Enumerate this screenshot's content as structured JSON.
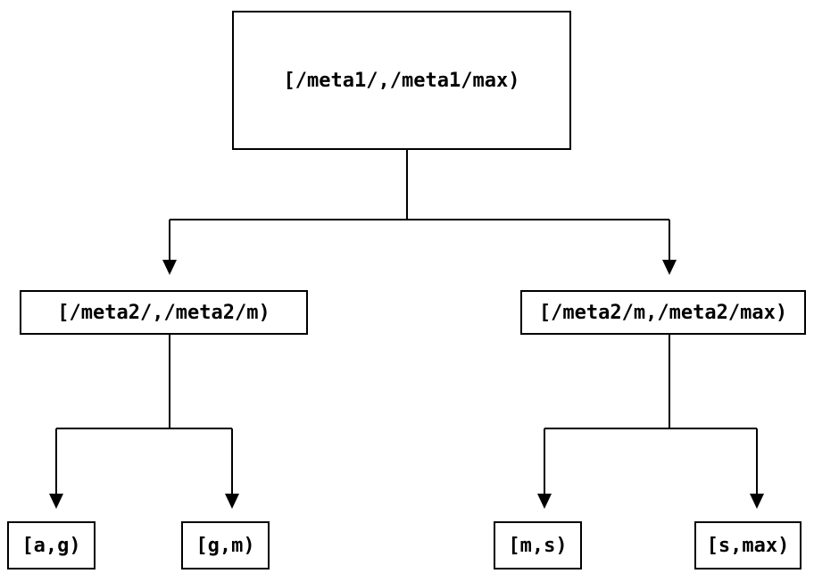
{
  "diagram": {
    "type": "tree",
    "description": "Binary partition tree of key ranges",
    "root": {
      "label": "[/meta1/,/meta1/max)"
    },
    "level2": [
      {
        "label": "[/meta2/,/meta2/m)"
      },
      {
        "label": "[/meta2/m,/meta2/max)"
      }
    ],
    "leaves": [
      {
        "label": "[a,g)"
      },
      {
        "label": "[g,m)"
      },
      {
        "label": "[m,s)"
      },
      {
        "label": "[s,max)"
      }
    ],
    "edges": [
      {
        "from": "root",
        "to": "level2.0"
      },
      {
        "from": "root",
        "to": "level2.1"
      },
      {
        "from": "level2.0",
        "to": "leaves.0"
      },
      {
        "from": "level2.0",
        "to": "leaves.1"
      },
      {
        "from": "level2.1",
        "to": "leaves.2"
      },
      {
        "from": "level2.1",
        "to": "leaves.3"
      }
    ]
  },
  "colors": {
    "line": "#000000",
    "background": "#ffffff",
    "text": "#000000"
  }
}
